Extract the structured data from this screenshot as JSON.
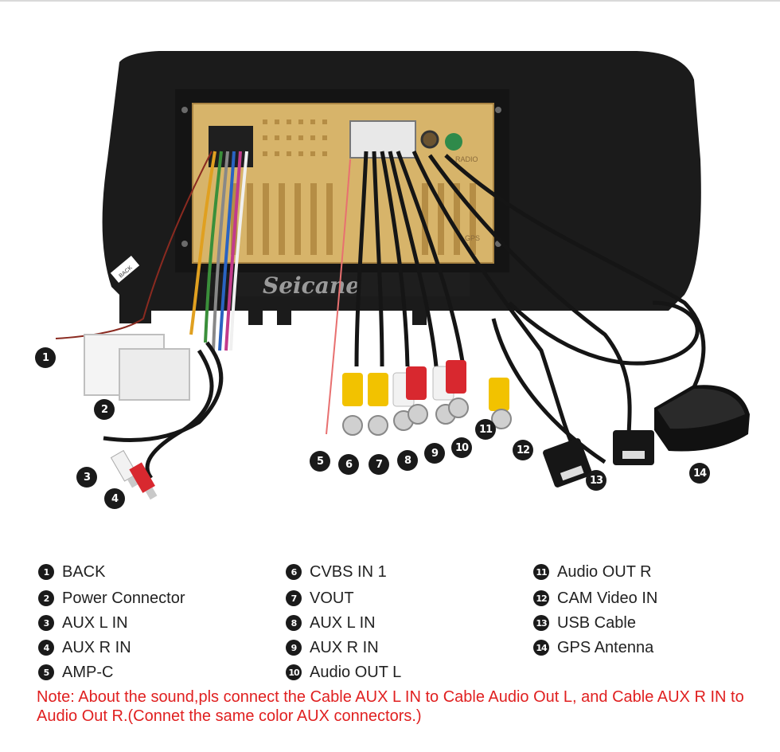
{
  "image": {
    "watermark": "Seicane",
    "unit_labels": {
      "radio": "RADIO",
      "gps": "GPS",
      "back_tag": "BACK"
    }
  },
  "callouts": [
    "1",
    "2",
    "3",
    "4",
    "5",
    "6",
    "7",
    "8",
    "9",
    "10",
    "11",
    "12",
    "13",
    "14"
  ],
  "legend": {
    "col1": [
      {
        "num": "1",
        "label": "BACK"
      },
      {
        "num": "2",
        "label": "Power Connector"
      },
      {
        "num": "3",
        "label": "AUX L IN"
      },
      {
        "num": "4",
        "label": "AUX R IN"
      },
      {
        "num": "5",
        "label": "AMP-C"
      }
    ],
    "col2": [
      {
        "num": "6",
        "label": "CVBS IN 1"
      },
      {
        "num": "7",
        "label": "VOUT"
      },
      {
        "num": "8",
        "label": "AUX L IN"
      },
      {
        "num": "9",
        "label": "AUX R IN"
      },
      {
        "num": "10",
        "label": "Audio OUT L"
      }
    ],
    "col3": [
      {
        "num": "11",
        "label": "Audio OUT R"
      },
      {
        "num": "12",
        "label": "CAM Video IN"
      },
      {
        "num": "13",
        "label": "USB Cable"
      },
      {
        "num": "14",
        "label": "GPS Antenna"
      }
    ]
  },
  "note": "Note: About the sound,pls connect the Cable AUX L IN to Cable Audio Out L, and Cable AUX R IN to  Audio Out R.(Connet the same color AUX connectors.)",
  "colors": {
    "note": "#e02020",
    "frame": "#1b1b1b",
    "board": "#d7b46a",
    "rca_yellow": "#f2c200",
    "rca_red": "#d8282f",
    "rca_white": "#f2f2f2"
  }
}
